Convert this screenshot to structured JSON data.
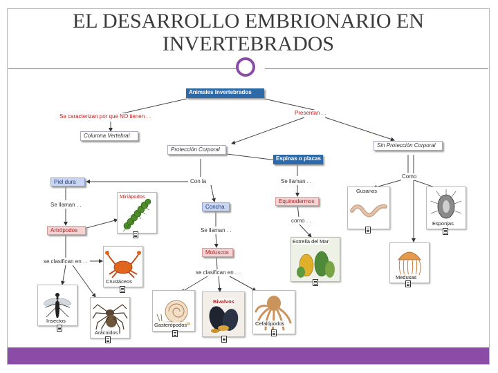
{
  "slide": {
    "title": "EL DESARROLLO EMBRIONARIO EN INVERTEBRADOS",
    "accent_color": "#8b4ca7"
  },
  "map": {
    "root": "Animales Invertebrados",
    "link_no": "Se caracterizan por que NO tienen . .",
    "link_presentan": "Presentan . .",
    "columna": "Columna Vertebral",
    "proteccion": "Protección Corporal",
    "sin_proteccion": "Sin Protección Corporal",
    "espinas": "Espinas o placas",
    "piel_dura": "Piel dura",
    "con_la": "Con la",
    "concha": "Concha",
    "se_llaman_1": "Se llaman . .",
    "se_llaman_2": "Se llaman . .",
    "se_llaman_3": "Se llaman . .",
    "como_1": "Como",
    "como_2": "como . .",
    "equinodermos": "Equinodermos",
    "artropodos": "Artrópodos",
    "moluscos": "Moluscos",
    "se_clasifican_1": "se clasifican en . .",
    "se_clasifican_2": "se clasifican en . ."
  },
  "cards": {
    "miriapodos": "Miriápodos",
    "crustaceos": "Crustáceos",
    "insectos": "Insectos",
    "aracnidos": "Arácnidos",
    "gasteropodos": "Gasterópodos",
    "bivalvos": "Bivalvos",
    "cefalopodos": "Cefalópodos",
    "estrella": "Estrella del Mar",
    "gusanos": "Gusanos",
    "esponjas": "Esponjas",
    "medusas": "Medusas"
  }
}
